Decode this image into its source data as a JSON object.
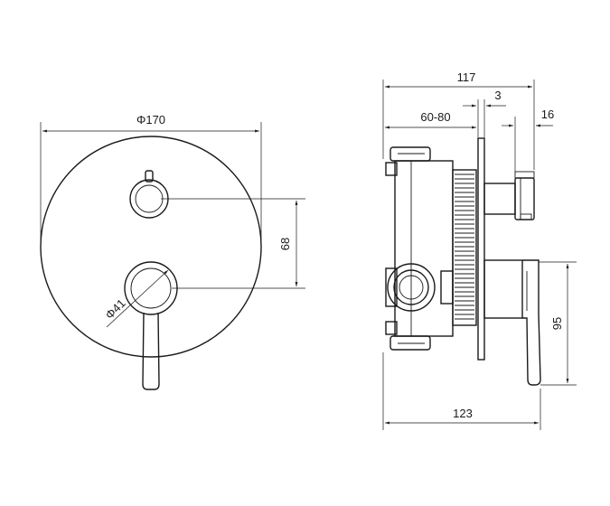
{
  "dimensions": {
    "plate_diameter": "Φ170",
    "handle_diameter": "Φ41",
    "spacing_vertical": "68",
    "overall_depth": "117",
    "plate_gap": "3",
    "installation_depth": "60-80",
    "spout_length": "16",
    "total_depth": "123",
    "lever_height": "95"
  }
}
